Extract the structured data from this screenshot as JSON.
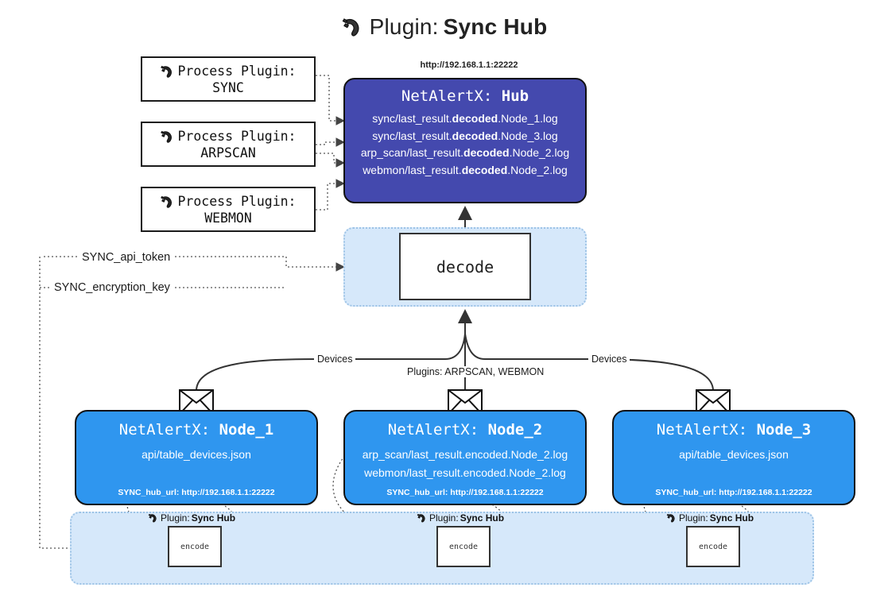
{
  "title": {
    "icon": "plug-icon",
    "label": "Plugin:",
    "name": "Sync Hub"
  },
  "process_plugins": [
    {
      "icon": "plug-icon",
      "label": "Process Plugin:",
      "name": "SYNC"
    },
    {
      "icon": "plug-icon",
      "label": "Process Plugin:",
      "name": "ARPSCAN"
    },
    {
      "icon": "plug-icon",
      "label": "Process Plugin:",
      "name": "WEBMON"
    }
  ],
  "hub": {
    "url": "http://192.168.1.1:22222",
    "title_prefix": "NetAlertX:",
    "title_name": "Hub",
    "logs": [
      {
        "pre": "sync/last_result.",
        "mid": "decoded",
        "post": ".Node_1.log"
      },
      {
        "pre": "sync/last_result.",
        "mid": "decoded",
        "post": ".Node_3.log"
      },
      {
        "pre": "arp_scan/last_result.",
        "mid": "decoded",
        "post": ".Node_2.log"
      },
      {
        "pre": "webmon/last_result.",
        "mid": "decoded",
        "post": ".Node_2.log"
      }
    ]
  },
  "decode": {
    "label": "decode"
  },
  "secrets": [
    {
      "label": "SYNC_api_token"
    },
    {
      "label": "SYNC_encryption_key"
    }
  ],
  "edge_labels": {
    "devices_left": "Devices",
    "devices_right": "Devices",
    "plugins_center": "Plugins: ARPSCAN, WEBMON"
  },
  "nodes": [
    {
      "title_prefix": "NetAlertX:",
      "title_name": "Node_1",
      "lines": [
        "api/table_devices.json"
      ],
      "foot": "SYNC_hub_url: http://192.168.1.1:22222"
    },
    {
      "title_prefix": "NetAlertX:",
      "title_name": "Node_2",
      "lines": [
        "arp_scan/last_result.encoded.Node_2.log",
        "webmon/last_result.encoded.Node_2.log"
      ],
      "foot": "SYNC_hub_url: http://192.168.1.1:22222"
    },
    {
      "title_prefix": "NetAlertX:",
      "title_name": "Node_3",
      "lines": [
        "api/table_devices.json"
      ],
      "foot": "SYNC_hub_url: http://192.168.1.1:22222"
    }
  ],
  "encoders": [
    {
      "caption_label": "Plugin:",
      "caption_name": "Sync Hub",
      "box_label": "encode"
    },
    {
      "caption_label": "Plugin:",
      "caption_name": "Sync Hub",
      "box_label": "encode"
    },
    {
      "caption_label": "Plugin:",
      "caption_name": "Sync Hub",
      "box_label": "encode"
    }
  ],
  "colors": {
    "hub": "#4449ae",
    "node": "#2f96ef",
    "zone": "#d6e8fa",
    "zone_border": "#9dc3e6",
    "stroke": "#333333",
    "background": "#ffffff"
  }
}
